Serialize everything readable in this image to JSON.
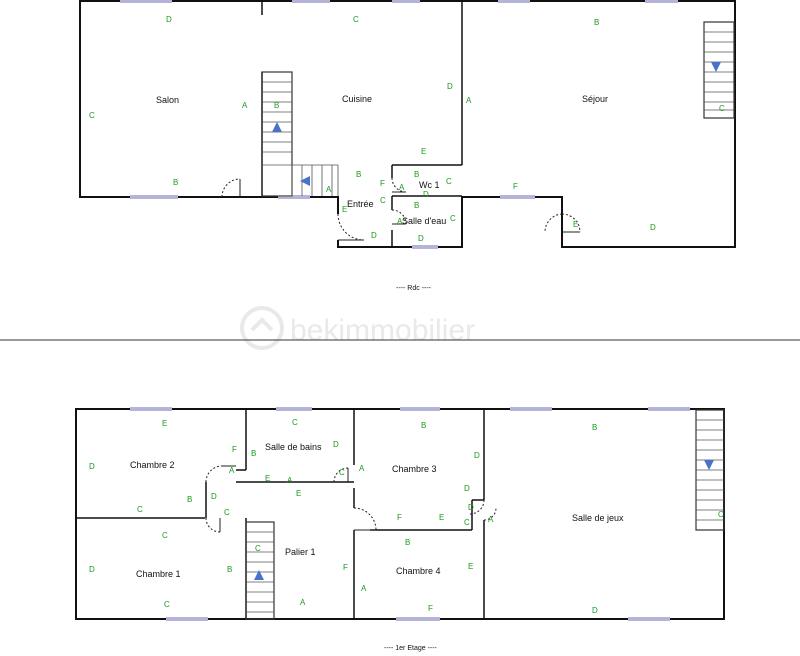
{
  "rdc": {
    "floor_label": "----  Rdc  ----",
    "rooms": {
      "salon": "Salon",
      "cuisine": "Cuisine",
      "sejour": "Séjour",
      "entree": "Entrée",
      "wc": "Wc 1",
      "salle_eau": "Salle d'eau"
    },
    "letters": [
      "D",
      "C",
      "B",
      "C",
      "A",
      "B",
      "B",
      "D",
      "A",
      "E",
      "B",
      "F",
      "C",
      "A",
      "C",
      "B",
      "C",
      "A",
      "D",
      "D",
      "B",
      "D",
      "F",
      "E",
      "D",
      "C",
      "A",
      "E"
    ]
  },
  "etage": {
    "floor_label": "----  1er Etage  ----",
    "rooms": {
      "chambre2": "Chambre 2",
      "salle_bains": "Salle de bains",
      "chambre3": "Chambre 3",
      "salle_jeux": "Salle de jeux",
      "chambre1": "Chambre 1",
      "palier": "Palier 1",
      "chambre4": "Chambre 4"
    },
    "letters": [
      "E",
      "F",
      "A",
      "D",
      "B",
      "C",
      "D",
      "C",
      "C",
      "D",
      "A",
      "E",
      "B",
      "C",
      "B",
      "D",
      "D",
      "C",
      "A",
      "B",
      "F",
      "E",
      "D",
      "E",
      "C",
      "A",
      "B",
      "C",
      "A",
      "B",
      "D",
      "F",
      "A",
      "E",
      "C",
      "F",
      "D",
      "C"
    ]
  },
  "watermark": "bekimmobilier",
  "colors": {
    "wall_letter": "#1a9a1a",
    "window": "#6a6ab0",
    "arrow": "#4a72c8"
  },
  "icons": [
    "logo-icon",
    "stair-arrow-icon"
  ]
}
